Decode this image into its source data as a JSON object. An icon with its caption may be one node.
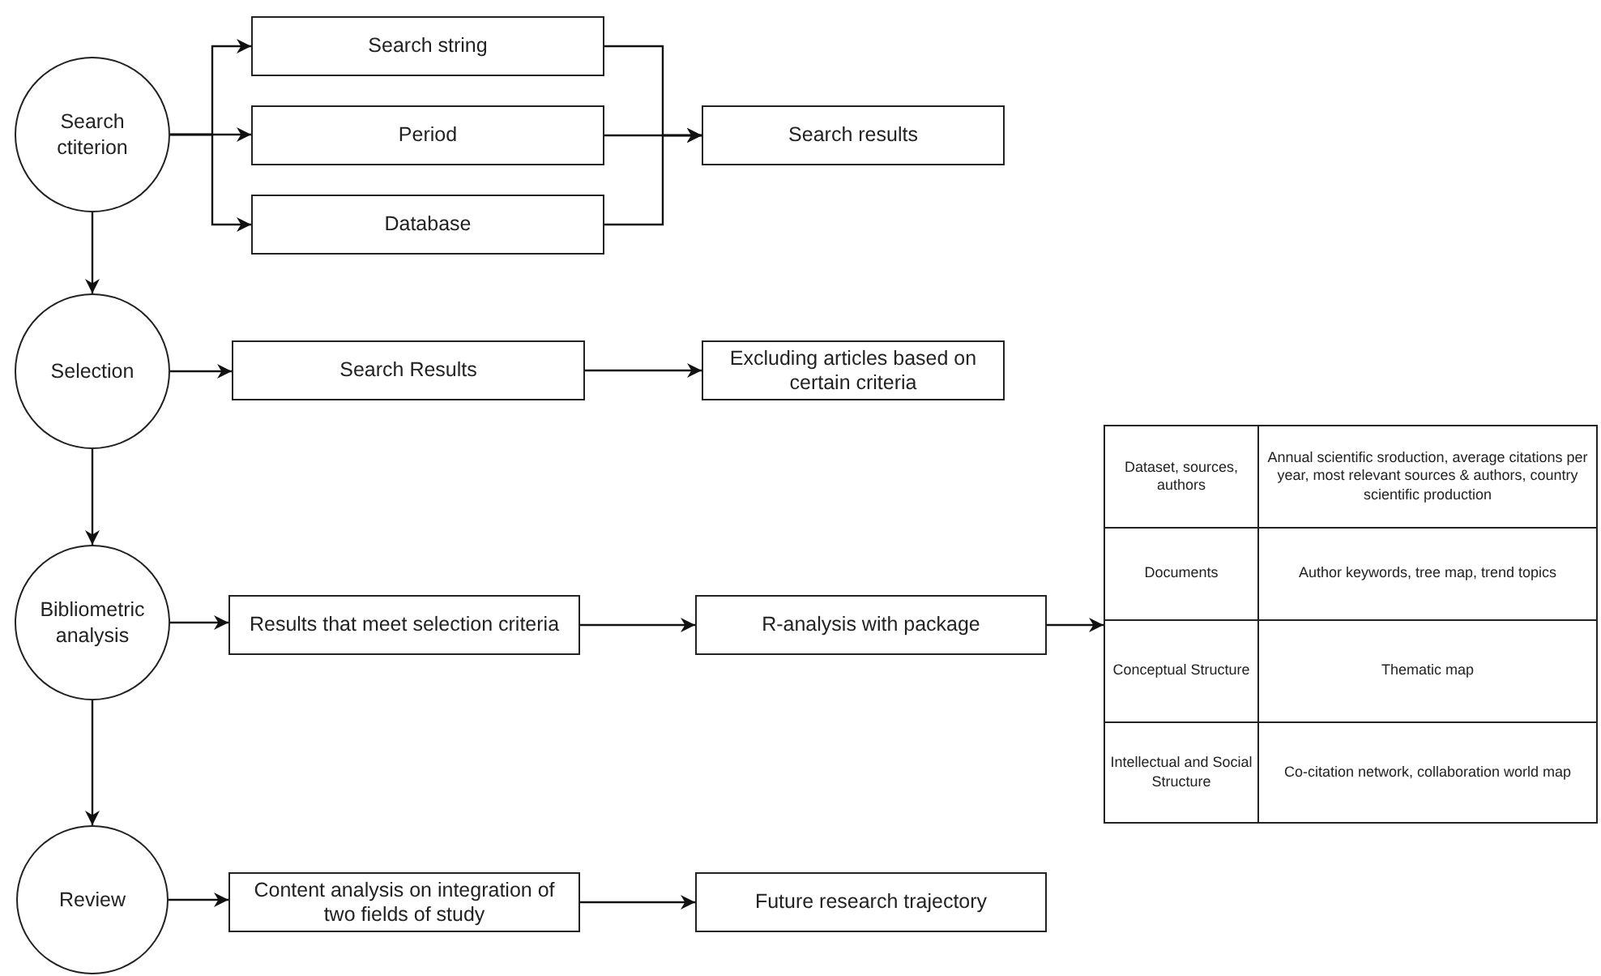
{
  "diagram": {
    "nodes": [
      {
        "text": [
          "Search ctiterion"
        ]
      },
      {
        "text": [
          "Search string"
        ]
      },
      {
        "text": [
          "Period"
        ]
      },
      {
        "text": [
          "Database"
        ]
      },
      {
        "text": [
          "Search results"
        ]
      },
      {
        "text": [
          "Selection"
        ]
      },
      {
        "text": [
          "Search Results"
        ]
      },
      {
        "text": [
          "Excluding articles based on certain criteria"
        ]
      },
      {
        "text": [
          "Bibliometric analysis"
        ]
      },
      {
        "text": [
          "Results that meet selection criteria"
        ]
      },
      {
        "text": [
          "R-analysis with package"
        ]
      },
      {
        "text": [],
        "shape": "box"
      },
      {
        "text": [
          "Review"
        ]
      },
      {
        "text": [
          "Content analysis on integration of two fields of study"
        ]
      },
      {
        "text": [
          "Future research trajectory"
        ]
      }
    ],
    "edges": [
      {
        "from": 0,
        "to": 1,
        "arrow": "to"
      },
      {
        "from": 0,
        "to": 2,
        "arrow": "to"
      },
      {
        "from": 0,
        "to": 3,
        "arrow": "to"
      },
      {
        "from": 1,
        "to": 4,
        "arrow": "to"
      },
      {
        "from": 2,
        "to": 4,
        "arrow": "to"
      },
      {
        "from": 3,
        "to": 4,
        "arrow": "to"
      },
      {
        "from": 0,
        "to": 5,
        "arrow": "to"
      },
      {
        "from": 5,
        "to": 6,
        "arrow": "to"
      },
      {
        "from": 6,
        "to": 7,
        "arrow": "to"
      },
      {
        "from": 5,
        "to": 8,
        "arrow": "to"
      },
      {
        "from": 8,
        "to": 9,
        "arrow": "to"
      },
      {
        "from": 9,
        "to": 10,
        "arrow": "to"
      },
      {
        "from": 10,
        "to": 11,
        "arrow": "to"
      },
      {
        "from": 8,
        "to": 12,
        "arrow": "to"
      },
      {
        "from": 12,
        "to": 13,
        "arrow": "to"
      },
      {
        "from": 13,
        "to": 14,
        "arrow": "to"
      }
    ],
    "labels": [
      "Dataset, sources, authors",
      "Annual scientific sroduction, average citations per year, most relevant sources & authors, country scientific production",
      "Documents",
      "Author keywords, tree map, trend topics",
      "Conceptual Structure",
      "Thematic map",
      "Intellectual and Social Structure",
      "Co-citation network, collaboration world map"
    ]
  }
}
